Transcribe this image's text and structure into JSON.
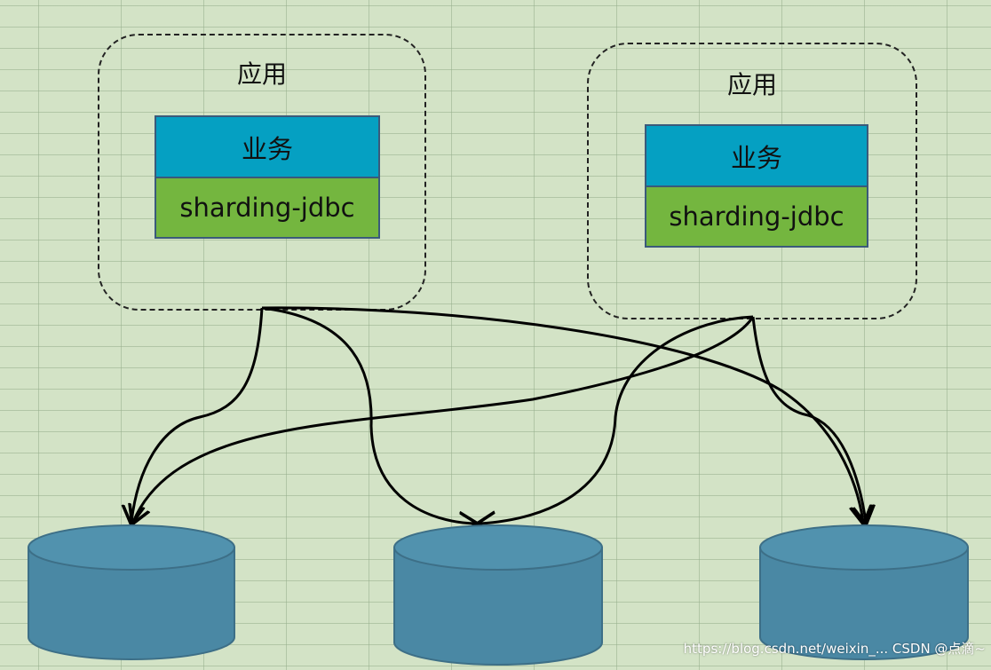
{
  "diagram": {
    "app_left": {
      "title": "应用",
      "business": "业务",
      "middleware": "sharding-jdbc"
    },
    "app_right": {
      "title": "应用",
      "business": "业务",
      "middleware": "sharding-jdbc"
    },
    "databases": [
      {
        "label": ""
      },
      {
        "label": ""
      },
      {
        "label": ""
      }
    ]
  },
  "watermark": "https://blog.csdn.net/weixin_... CSDN @点滴~",
  "colors": {
    "background": "#d3e3c6",
    "business": "#05a0c2",
    "middleware": "#74b63f",
    "database": "#4a88a4",
    "database_top": "#5192ae"
  }
}
